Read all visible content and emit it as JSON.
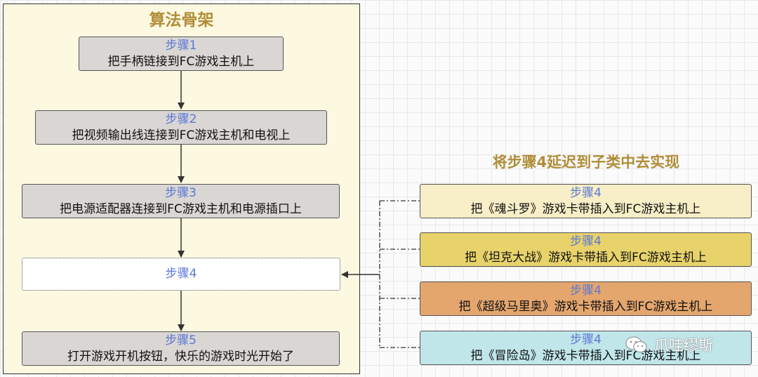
{
  "frame": {
    "title": "算法骨架"
  },
  "steps": [
    {
      "label": "步骤1",
      "desc": "把手柄链接到FC游戏主机上"
    },
    {
      "label": "步骤2",
      "desc": "把视频输出线连接到FC游戏主机和电视上"
    },
    {
      "label": "步骤3",
      "desc": "把电源适配器连接到FC游戏主机和电源插口上"
    },
    {
      "label": "步骤4"
    },
    {
      "label": "步骤5",
      "desc": "打开游戏开机按钮，快乐的游戏时光开始了"
    }
  ],
  "implementations": {
    "title": "将步骤4延迟到子类中去实现",
    "items": [
      {
        "label": "步骤4",
        "desc": "把《魂斗罗》游戏卡带插入到FC游戏主机上",
        "color": "#f8eec7"
      },
      {
        "label": "步骤4",
        "desc": "把《坦克大战》游戏卡带插入到FC游戏主机上",
        "color": "#e8d36b"
      },
      {
        "label": "步骤4",
        "desc": "把《超级马里奥》游戏卡带插入到FC游戏主机上",
        "color": "#e5a66e"
      },
      {
        "label": "步骤4",
        "desc": "把《冒险岛》游戏卡带插入到FC游戏主机上",
        "color": "#c0e6ea"
      }
    ]
  },
  "watermark": {
    "text": "爪哇缪斯",
    "icon": "wechat-icon"
  }
}
